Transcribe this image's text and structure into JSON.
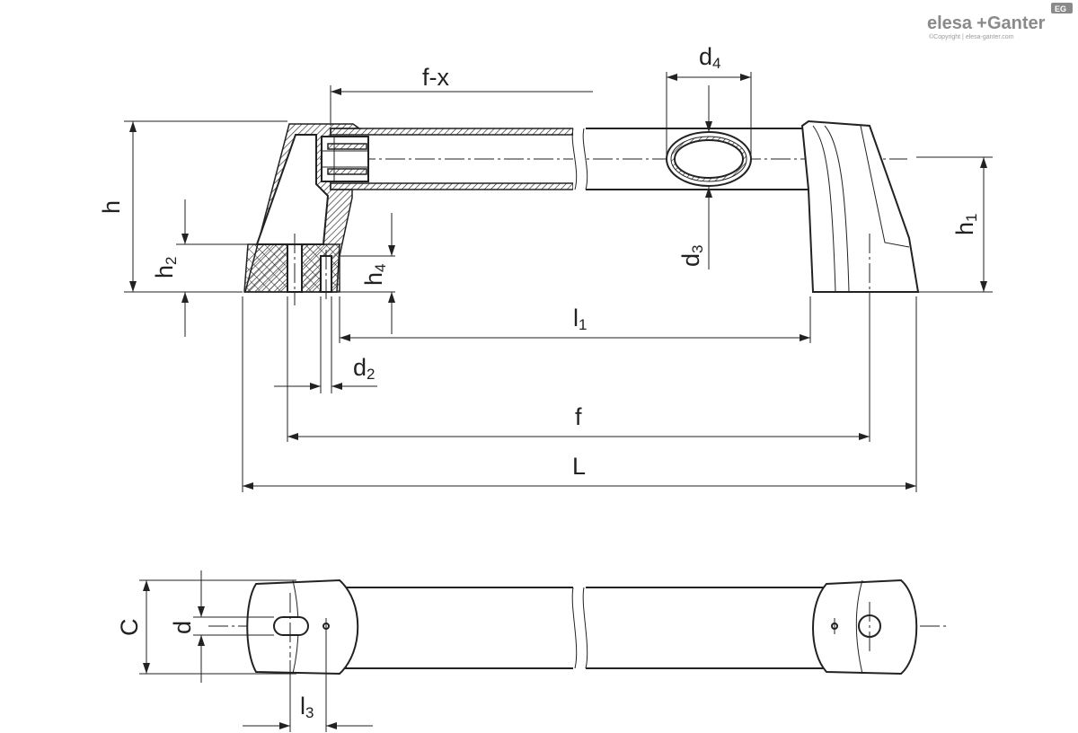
{
  "brand": {
    "name_left": "elesa",
    "name_plus": "+",
    "name_right": "Ganter",
    "badge": "EG",
    "copyright": "©Copyright | elesa-ganter.com"
  },
  "labels": {
    "f_minus_x": "f-x",
    "d4": "d",
    "d4_sub": "4",
    "d3": "d",
    "d3_sub": "3",
    "h": "h",
    "h1": "h",
    "h1_sub": "1",
    "h2": "h",
    "h2_sub": "2",
    "h4": "h",
    "h4_sub": "4",
    "l1": "l",
    "l1_sub": "1",
    "d2": "d",
    "d2_sub": "2",
    "f": "f",
    "L": "L",
    "C": "C",
    "d": "d",
    "l3": "l",
    "l3_sub": "3"
  }
}
